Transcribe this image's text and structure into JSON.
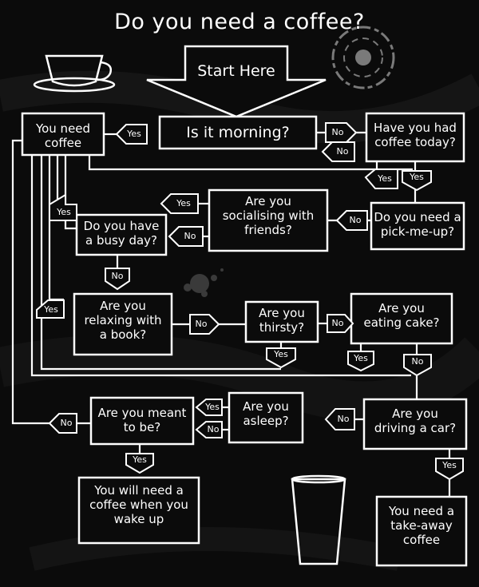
{
  "title": "Do you need a coffee?",
  "colors": {
    "background": "#0b0b0b",
    "line": "#ffffff",
    "splatter": "#3a3a3a"
  },
  "icons": [
    "coffee-cup-icon",
    "coffee-ring-stain-icon",
    "glass-icon",
    "ink-splatter-icon"
  ],
  "nodes": {
    "start": "Start Here",
    "morning": "Is it morning?",
    "need_coffee": "You need\ncoffee",
    "had_coffee": "Have you had\ncoffee today?",
    "pick_me_up": "Do you need a\npick-me-up?",
    "socialising": "Are you\nsocialising with\nfriends?",
    "busy_day": "Do you have\na busy day?",
    "relaxing": "Are you\nrelaxing with\na book?",
    "thirsty": "Are you\nthirsty?",
    "eating_cake": "Are you\neating cake?",
    "asleep": "Are you\nasleep?",
    "meant_to_be": "Are you meant\nto be?",
    "driving": "Are you\ndriving a car?",
    "need_later": "You will need a\ncoffee when you\nwake up",
    "takeaway": "You need a\ntake-away\ncoffee"
  },
  "labels": {
    "yes": "Yes",
    "no": "No"
  }
}
